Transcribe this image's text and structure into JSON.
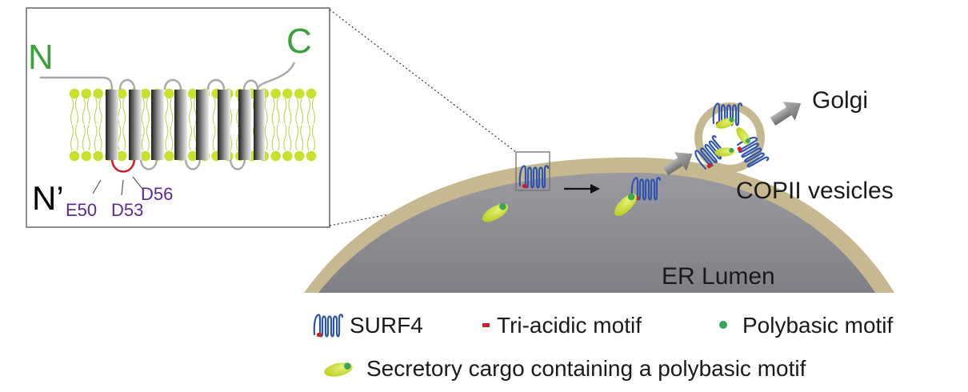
{
  "inset": {
    "terminals": {
      "n": "N",
      "c": "C",
      "n_prime": "N’"
    },
    "residues": {
      "e50": "E50",
      "d53": "D53",
      "d56": "D56"
    }
  },
  "main": {
    "lumen_label": "ER Lumen",
    "vesicle_label": "COPII vesicles",
    "golgi_label": "Golgi"
  },
  "legend": {
    "surf4": "SURF4",
    "triacidic": "Tri-acidic motif",
    "polybasic": "Polybasic motif",
    "cargo": "Secretory cargo containing a polybasic motif"
  },
  "colors": {
    "terminal_green": "#3aa23a",
    "residue_purple": "#5b2a91",
    "surf4_blue": "#2f55b0",
    "motif_red": "#d0202a",
    "polybasic_green": "#3aa65a",
    "cargo_yellow": "#c8dc2a",
    "er_membrane": "#c6b88f",
    "er_lumen": "#8e8e94",
    "lipid_head": "#c9e02e",
    "arrow_gray": "#8a8a8a"
  }
}
